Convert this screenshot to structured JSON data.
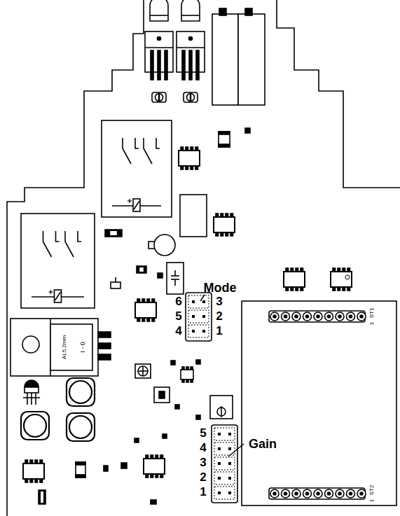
{
  "diagram": {
    "labels": [
      "Mode",
      "6",
      "3",
      "5",
      "2",
      "4",
      "1",
      "Gain",
      "5",
      "4",
      "3",
      "2",
      "1",
      "1",
      "ST1",
      "1",
      "ST2",
      "AL5,2mm",
      "I - 0"
    ]
  }
}
